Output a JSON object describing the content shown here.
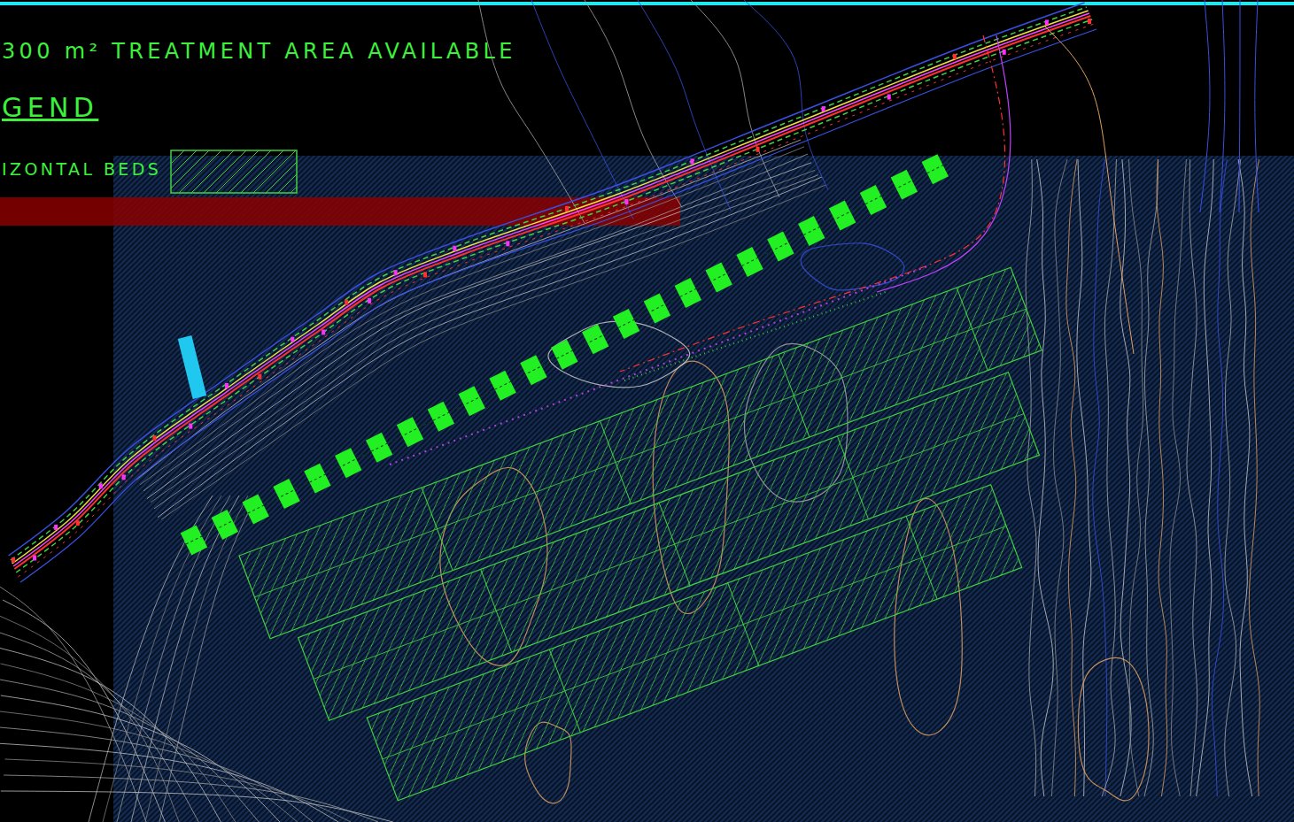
{
  "diagram": {
    "title": "300 m² TREATMENT AREA AVAILABLE",
    "labels": [
      "GEND"
    ],
    "legend": [
      {
        "text": "IZONTAL BEDS"
      }
    ]
  }
}
